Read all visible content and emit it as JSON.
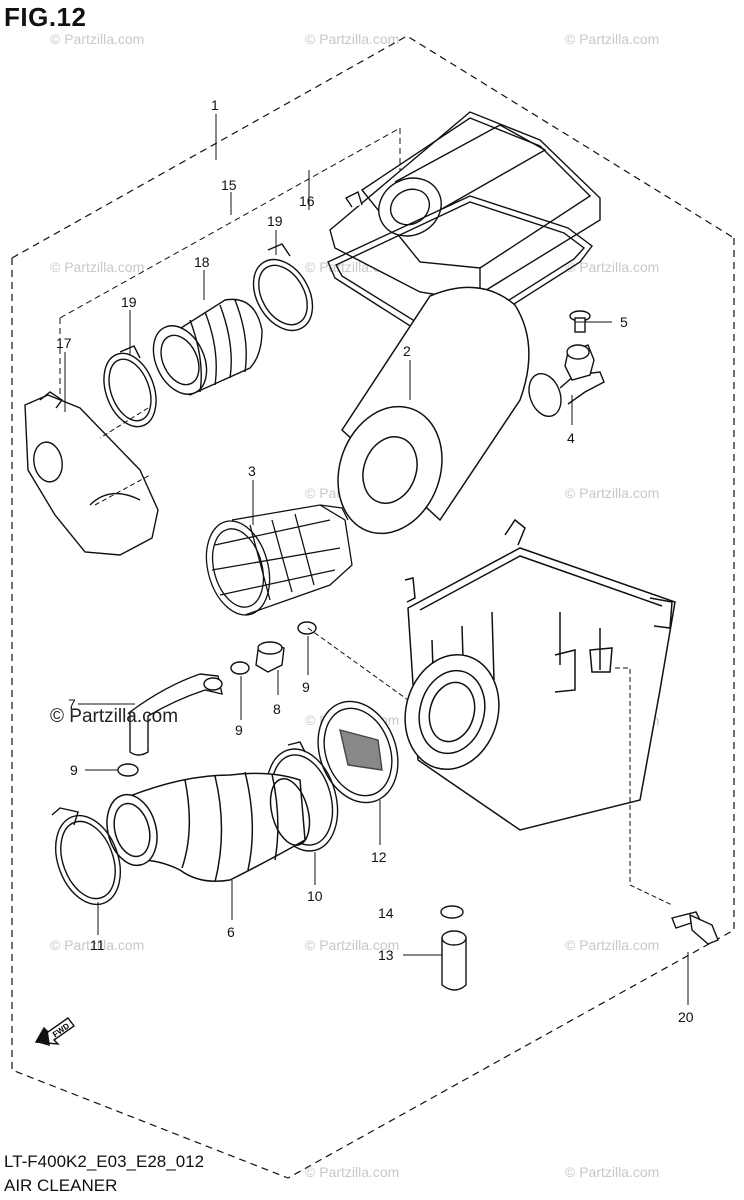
{
  "figure": {
    "title": "FIG.12",
    "model_code": "LT-F400K2_E03_E28_012",
    "section_name": "AIR CLEANER",
    "watermark": "© Partzilla.com",
    "watermark_prominent": "© Partzilla.com",
    "fwd_label": "FWD"
  },
  "callouts": [
    "1",
    "2",
    "3",
    "4",
    "5",
    "6",
    "7",
    "8",
    "9",
    "9",
    "9",
    "10",
    "11",
    "12",
    "13",
    "14",
    "15",
    "16",
    "17",
    "18",
    "19",
    "19",
    "20"
  ],
  "colors": {
    "line": "#111111",
    "watermark": "#c8c8c8",
    "background": "#ffffff"
  }
}
